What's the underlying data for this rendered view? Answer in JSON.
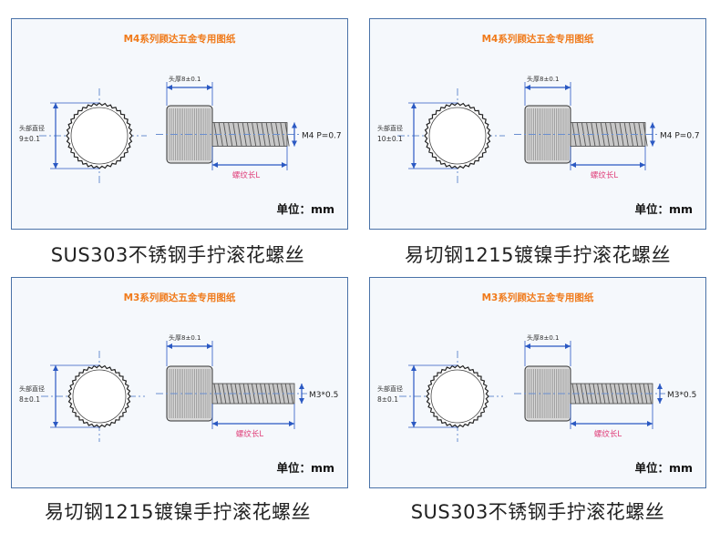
{
  "panels": [
    {
      "title": "M4系列顾达五金专用图纸",
      "head_thickness": "头厚8±0.1",
      "head_dia_label": "头部直径",
      "head_dia_value": "9±0.1",
      "thread_spec": "M4  P=0.7",
      "thread_length": "螺纹长L",
      "unit": "单位：mm",
      "caption": "SUS303不锈钢手拧滚花螺丝"
    },
    {
      "title": "M4系列顾达五金专用图纸",
      "head_thickness": "头厚8±0.1",
      "head_dia_label": "头部直径",
      "head_dia_value": "10±0.1",
      "thread_spec": "M4  P=0.7",
      "thread_length": "螺纹长L",
      "unit": "单位：mm",
      "caption": "易切钢1215镀镍手拧滚花螺丝"
    },
    {
      "title": "M3系列顾达五金专用图纸",
      "head_thickness": "头厚8±0.1",
      "head_dia_label": "头部直径",
      "head_dia_value": "8±0.1",
      "thread_spec": "M3*0.5",
      "thread_length": "螺纹长L",
      "unit": "单位：mm",
      "caption": "易切钢1215镀镍手拧滚花螺丝"
    },
    {
      "title": "M3系列顾达五金专用图纸",
      "head_thickness": "头厚8±0.1",
      "head_dia_label": "头部直径",
      "head_dia_value": "8±0.1",
      "thread_spec": "M3*0.5",
      "thread_length": "螺纹长L",
      "unit": "单位：mm",
      "caption": "SUS303不锈钢手拧滚花螺丝"
    }
  ],
  "colors": {
    "border": "#4a72a8",
    "title": "#f07a1a",
    "dim_line": "#2b59c3",
    "center_line": "#6a8fd0",
    "thread_label": "#e0407a"
  }
}
